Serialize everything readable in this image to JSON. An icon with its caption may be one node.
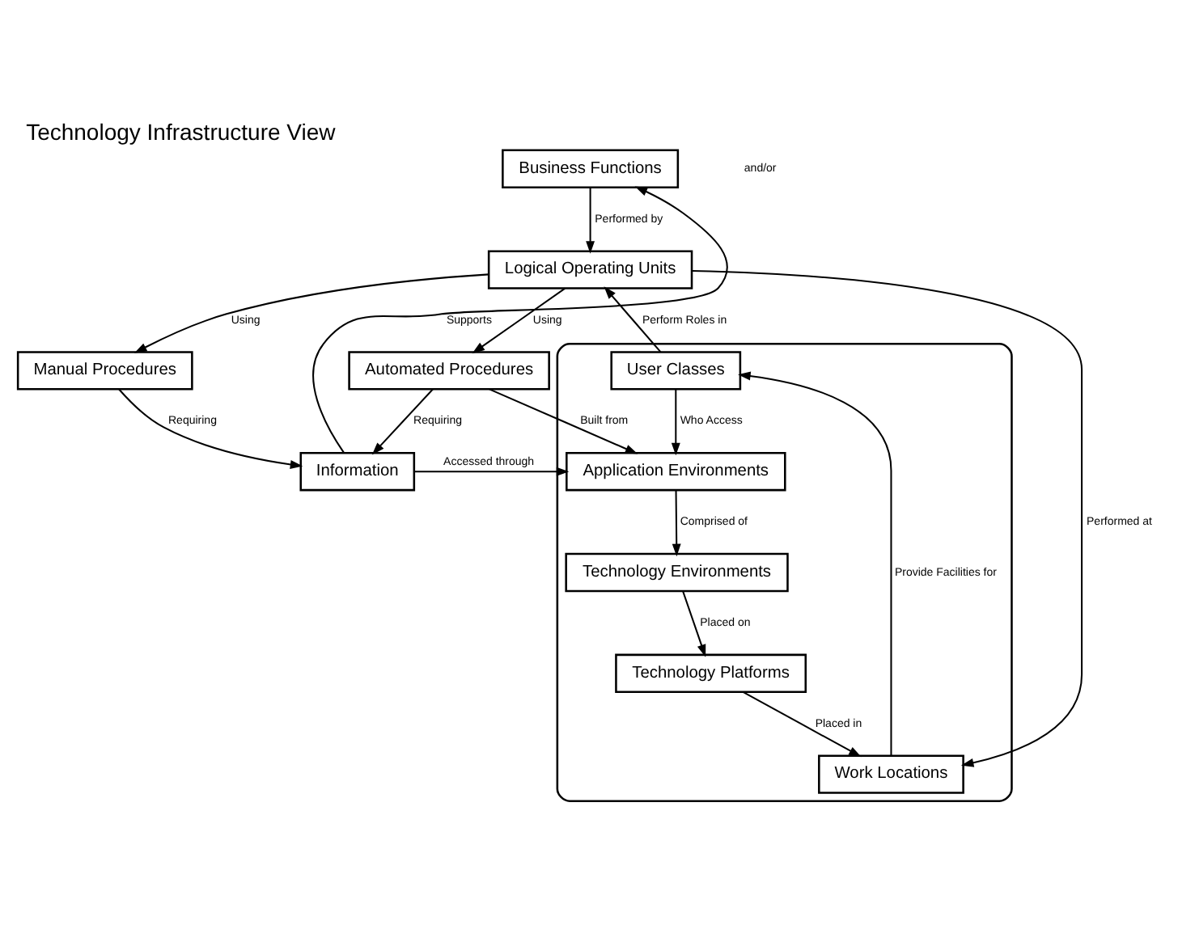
{
  "diagram": {
    "title": "Technology Infrastructure View",
    "nodes": [
      {
        "text": [
          "Business Functions"
        ]
      },
      {
        "text": [
          "Logical Operating Units"
        ]
      },
      {
        "text": [
          "Manual Procedures"
        ]
      },
      {
        "text": [
          "Information"
        ]
      },
      {
        "text": [
          "Automated Procedures"
        ]
      },
      {
        "text": [],
        "shape": "box"
      },
      {
        "text": [
          "User Classes"
        ],
        "in": 5
      },
      {
        "text": [
          "Work Locations"
        ],
        "in": 5
      },
      {
        "text": [
          "Application Environments"
        ],
        "in": 5
      },
      {
        "text": [
          "Technology Platforms"
        ],
        "in": 5
      },
      {
        "text": [
          "Technology Environments"
        ],
        "in": 5
      }
    ],
    "edges": [
      {
        "from": 0,
        "to": 1,
        "arrow": "to",
        "label": "Performed by"
      },
      {
        "from": 1,
        "to": 2,
        "arrow": "to",
        "label": "Using"
      },
      {
        "from": 1,
        "to": 4,
        "arrow": "to",
        "label": "Using"
      },
      {
        "from": 2,
        "to": 3,
        "arrow": "to",
        "label": "Requiring"
      },
      {
        "from": 4,
        "to": 3,
        "arrow": "to",
        "label": "Requiring"
      },
      {
        "from": 3,
        "to": 0,
        "arrow": "to",
        "label": "Supports"
      },
      {
        "from": 3,
        "to": 8,
        "arrow": "to",
        "label": "Accessed through"
      },
      {
        "from": 4,
        "to": 8,
        "arrow": "to",
        "label": "Built from"
      },
      {
        "from": 6,
        "to": 1,
        "arrow": "to",
        "label": "Perform Roles in"
      },
      {
        "from": 1,
        "to": 7,
        "arrow": "to",
        "label": "Performed at"
      },
      {
        "from": 7,
        "to": 6,
        "arrow": "to",
        "label": "Provide Facilities for"
      },
      {
        "from": 6,
        "to": 8,
        "arrow": "to",
        "label": "Who Access"
      },
      {
        "from": 8,
        "to": 10,
        "arrow": "to",
        "label": "Comprised of"
      },
      {
        "from": 10,
        "to": 9,
        "arrow": "to",
        "label": "Placed on"
      },
      {
        "from": 9,
        "to": 7,
        "arrow": "to",
        "label": "Placed in"
      }
    ],
    "labels": [
      "and/or"
    ]
  }
}
